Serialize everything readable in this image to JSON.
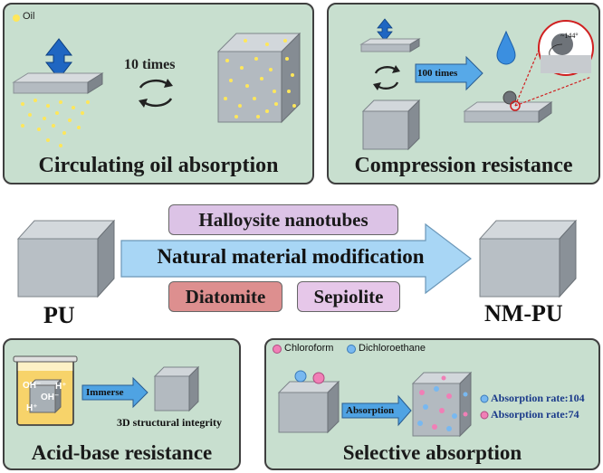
{
  "top_left": {
    "title": "Circulating oil absorption",
    "legend_label": "Oil",
    "legend_color": "#ffe75a",
    "cycles_label": "10 times"
  },
  "top_right": {
    "title": "Compression resistance",
    "cycles_label": "100 times",
    "angle_label": "~144°"
  },
  "center": {
    "left_label": "PU",
    "right_label": "NM-PU",
    "arrow_label": "Natural material modification",
    "halloysite": "Halloysite nanotubes",
    "diatomite": "Diatomite",
    "sepiolite": "Sepiolite",
    "colors": {
      "halloysite": "#dcc3e6",
      "diatomite": "#dd8f8f",
      "sepiolite": "#e6c7e9",
      "arrow": "#a8d6f5"
    }
  },
  "bottom_left": {
    "title": "Acid-base resistance",
    "immerse_label": "Immerse",
    "integrity_label": "3D structural integrity",
    "oh_label": "OH⁻",
    "h_label": "H⁺"
  },
  "bottom_right": {
    "title": "Selective absorption",
    "legend_1": "Chloroform",
    "legend_2": "Dichloroethane",
    "color_1": "#f07fb6",
    "color_2": "#78b8f0",
    "arrow_label": "Absorption",
    "rate_1": "Absorption rate:104",
    "rate_2": "Absorption rate:74"
  }
}
